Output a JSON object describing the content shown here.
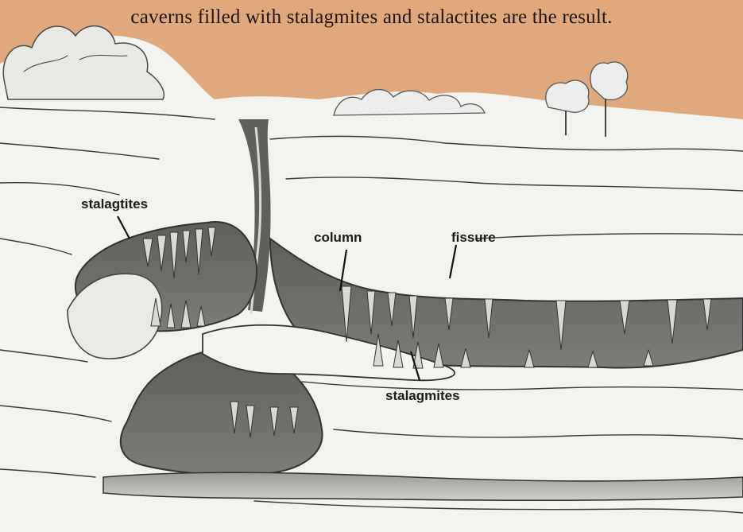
{
  "caption": "caverns filled with stalagmites and stalactites are the result.",
  "labels": {
    "stalagtites": "stalagtites",
    "column": "column",
    "fissure": "fissure",
    "stalagmites": "stalagmites"
  },
  "colors": {
    "background": "#e0a97d",
    "rock": "#f2f2ef",
    "cave": "#6e6e6b",
    "cave_dark": "#4a4a48",
    "ink": "#3a3a3a"
  }
}
